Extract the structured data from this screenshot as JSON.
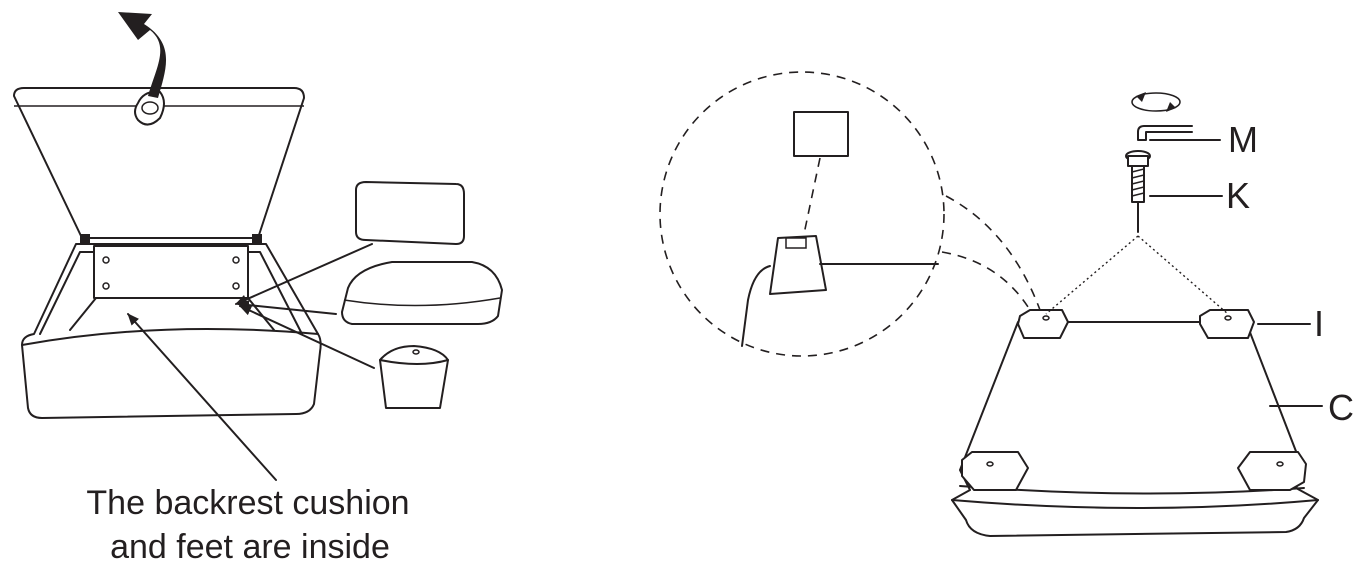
{
  "caption": {
    "line1": "The backrest cushion",
    "line2": "and feet are inside"
  },
  "labels": {
    "m": "M",
    "k": "K",
    "i": "I",
    "c": "C"
  },
  "colors": {
    "ink": "#231f20",
    "background": "#ffffff"
  }
}
